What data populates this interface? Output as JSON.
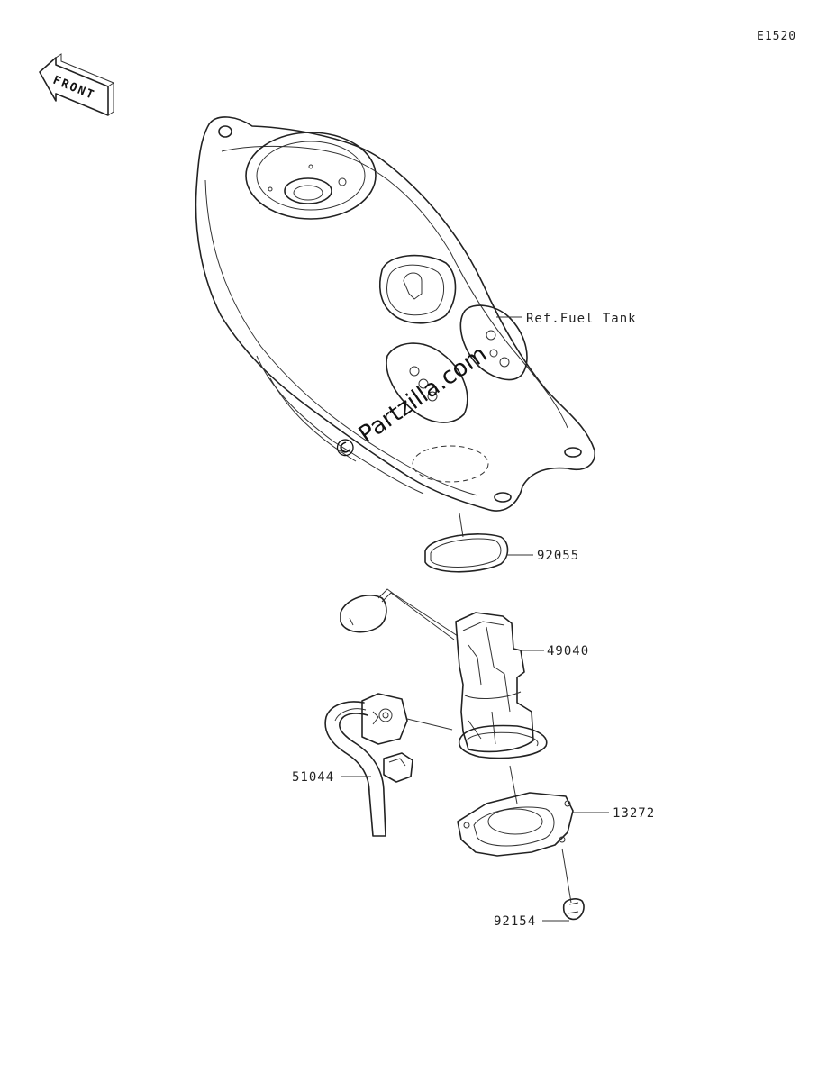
{
  "diagram_code": "E1520",
  "front_arrow_label": "FRONT",
  "watermark": "© Partzilla.com",
  "reference_label": "Ref.Fuel Tank",
  "parts": [
    {
      "key": "gasket",
      "number": "92055"
    },
    {
      "key": "fuel-pump",
      "number": "49040"
    },
    {
      "key": "hose",
      "number": "51044"
    },
    {
      "key": "plate",
      "number": "13272"
    },
    {
      "key": "bolt",
      "number": "92154"
    }
  ]
}
